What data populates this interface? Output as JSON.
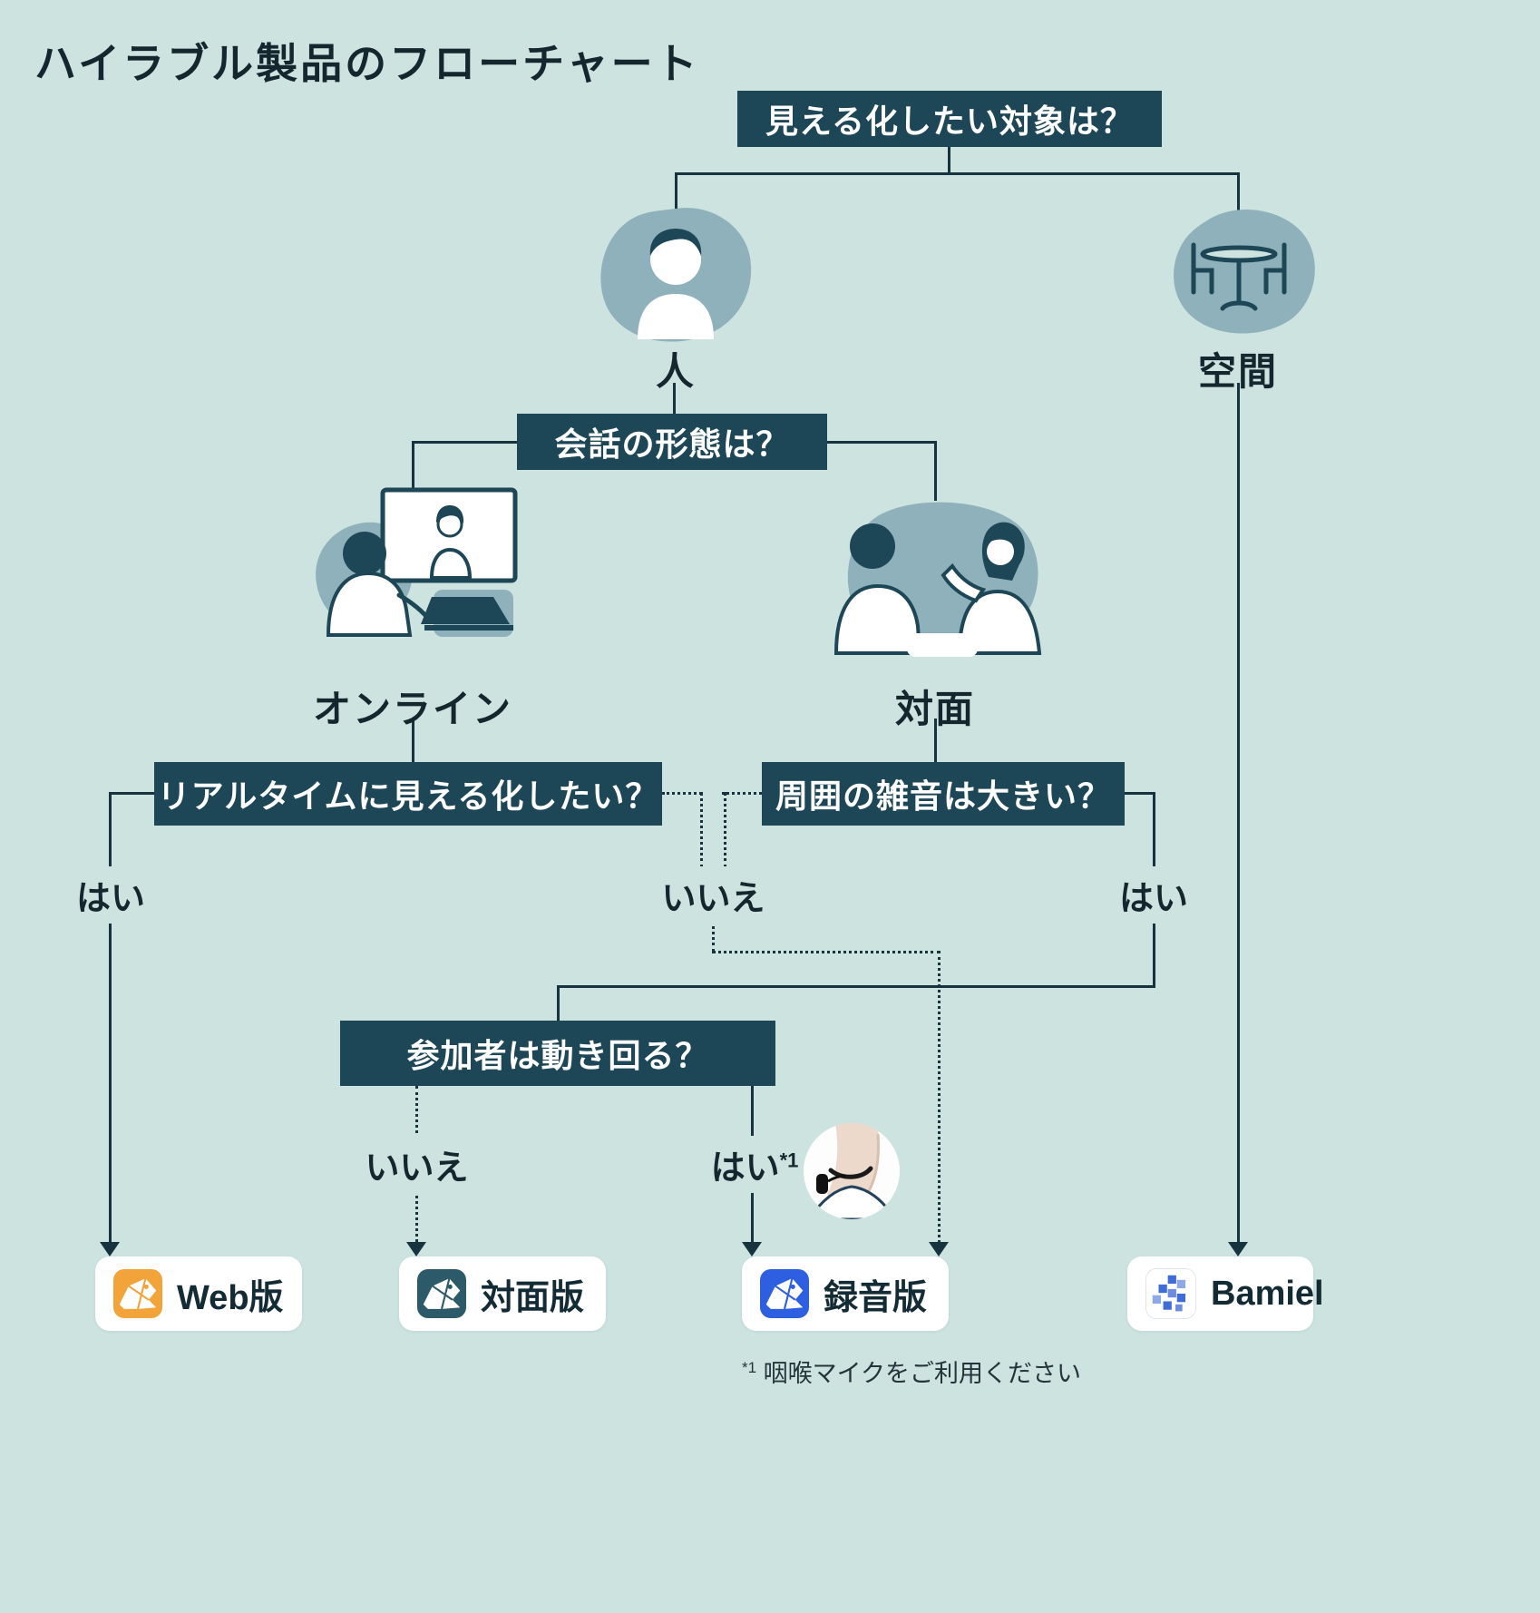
{
  "title": "ハイラブル製品のフローチャート",
  "questions": {
    "target": "見える化したい対象は？",
    "conversation_type": "会話の形態は？",
    "realtime": "リアルタイムに見える化したい？",
    "noise": "周囲の雑音は大きい？",
    "movement": "参加者は動き回る？"
  },
  "nodes": {
    "person": "人",
    "space": "空間",
    "online": "オンライン",
    "face_to_face": "対面"
  },
  "answers": {
    "realtime_yes": "はい",
    "no_center": "いいえ",
    "noise_yes": "はい",
    "movement_no": "いいえ",
    "movement_yes": "はい",
    "movement_yes_note": "*1"
  },
  "products": [
    {
      "label": "Web版",
      "icon": "frog-yellow-icon"
    },
    {
      "label": "対面版",
      "icon": "frog-teal-icon"
    },
    {
      "label": "録音版",
      "icon": "frog-blue-icon"
    },
    {
      "label": "Bamiel",
      "icon": "frog-pixel-icon"
    }
  ],
  "footnote": {
    "marker": "*1",
    "text": "咽喉マイクをご利用ください"
  },
  "icons": {
    "person": "person-icon",
    "space": "table-chairs-icon",
    "online": "online-meeting-illustration",
    "face_to_face": "face-to-face-illustration",
    "throat_mic": "throat-mic-image"
  },
  "colors": {
    "background": "#cde3e0",
    "question_box": "#1d4656",
    "line": "#17333f",
    "blob": "#8eb1bb",
    "web_icon": "#f2a33a",
    "taimen_icon": "#2c5a68",
    "recording_icon": "#2e5fe0",
    "bamiel_icon": "#3f6cd8"
  }
}
